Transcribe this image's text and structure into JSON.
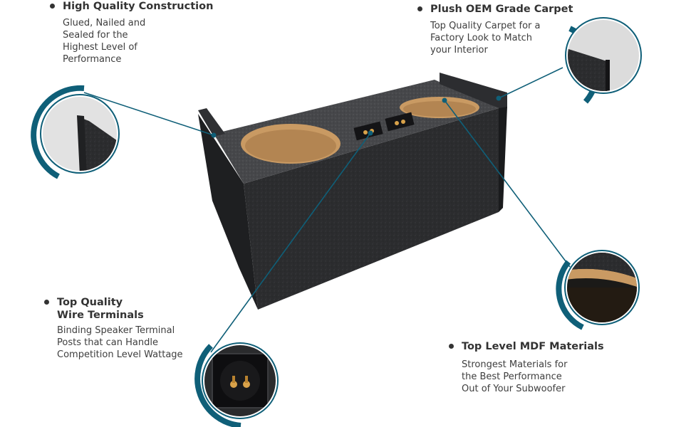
{
  "features": {
    "construction": {
      "title": "High Quality Construction",
      "desc": [
        "Glued, Nailed and",
        "Sealed for the",
        "Highest Level of",
        "Performance"
      ]
    },
    "carpet": {
      "title": "Plush OEM Grade Carpet",
      "desc": [
        "Top Quality Carpet for a",
        "Factory Look to Match",
        "your Interior"
      ]
    },
    "terminals": {
      "title_line1": "Top Quality",
      "title_line2": "Wire Terminals",
      "desc": [
        "Binding Speaker Terminal",
        "Posts that can Handle",
        "Competition Level Wattage"
      ]
    },
    "mdf": {
      "title": "Top Level MDF Materials",
      "desc": [
        "Strongest Materials for",
        "the Best Performance",
        "Out of  Your Subwoofer"
      ]
    }
  },
  "colors": {
    "accent": "#0f5f78",
    "carpet": "#2a2b2d",
    "mdf": "#c99a63"
  },
  "icons": [
    "bullet-dot-icon"
  ]
}
